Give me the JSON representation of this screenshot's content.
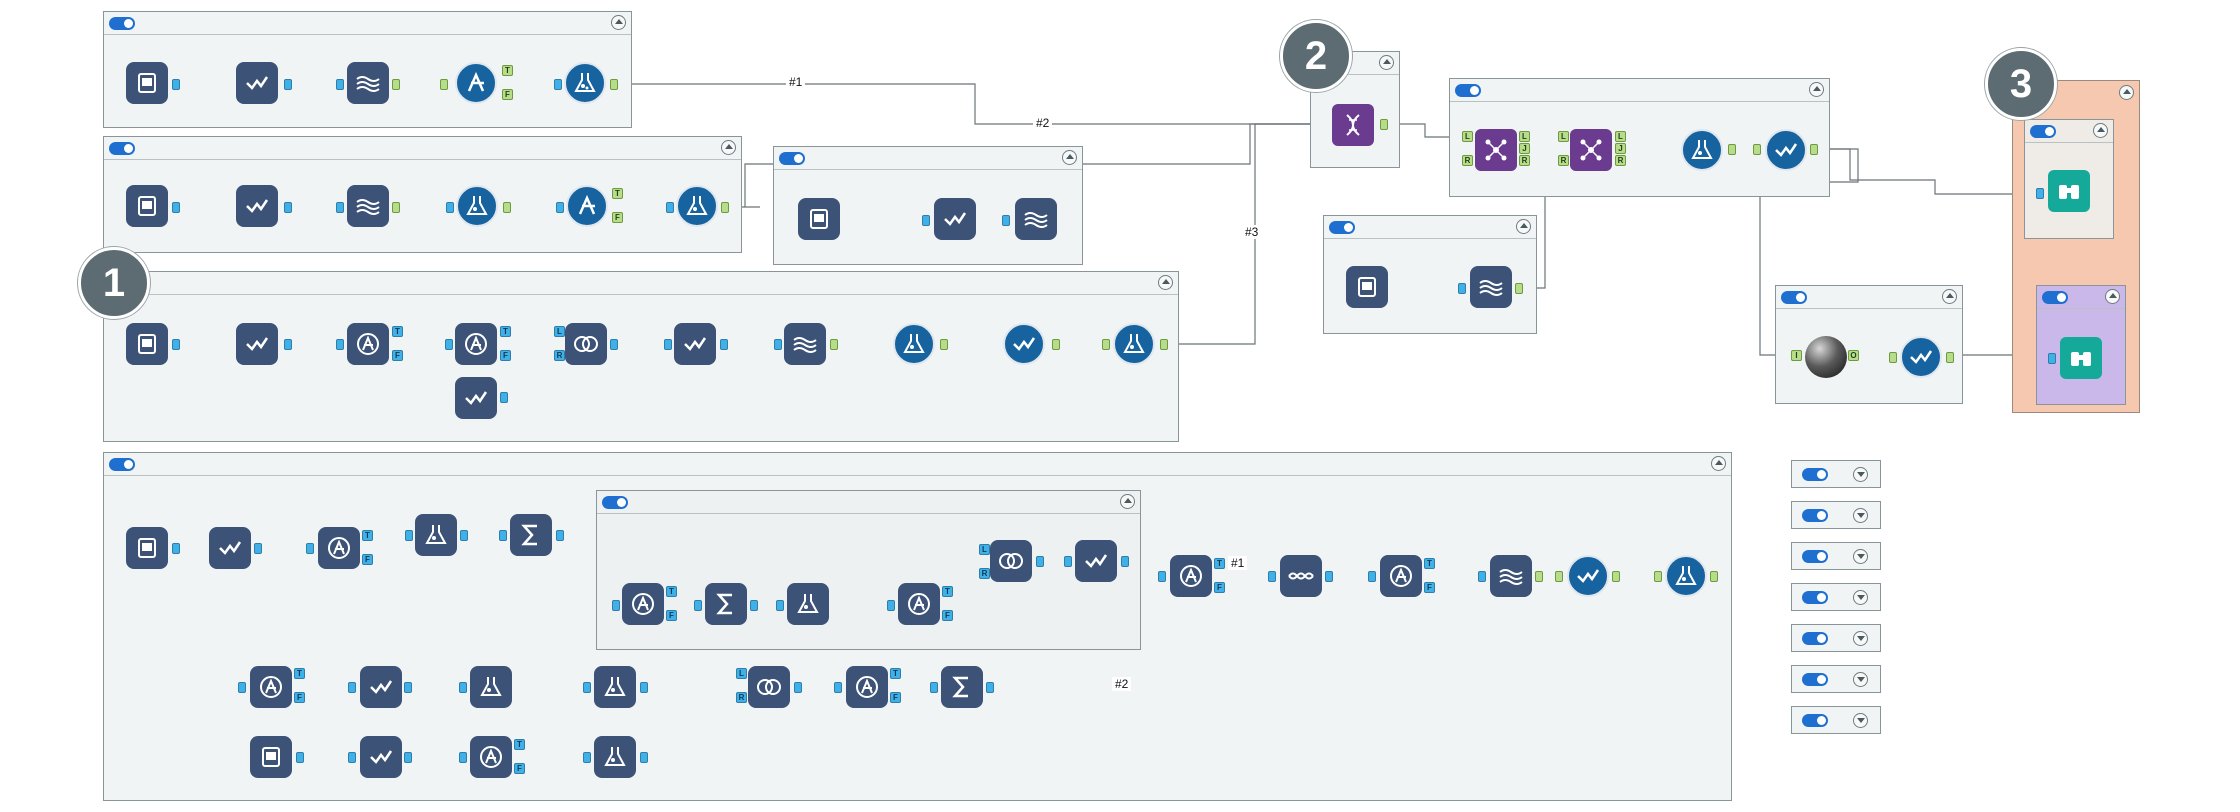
{
  "canvas": {
    "background": "#ffffff",
    "container_color": "#f1f4f5"
  },
  "colors": {
    "tool_square": "#3c5277",
    "tool_circle": "#17639f",
    "tool_purple": "#6b3b8f",
    "tool_teal": "#15a99a",
    "input_anchor": "#3fb1e8",
    "output_anchor": "#b7dc8a",
    "toggle_on": "#1f6fd1",
    "salmon_container": "#f6c8b0",
    "lilac_container": "#cbb8ea"
  },
  "badges": [
    "1",
    "2",
    "3"
  ],
  "wire_labels": {
    "w1": "#1",
    "w2": "#2",
    "w3": "#3",
    "bottom_1": "#1",
    "bottom_2": "#2"
  },
  "anchor_labels": {
    "true": "T",
    "false": "F",
    "left": "L",
    "join": "J",
    "right": "R",
    "input": "I",
    "output": "O"
  },
  "icons": [
    "input-data-icon",
    "select-icon",
    "data-cleansing-icon",
    "filter-icon",
    "formula-icon",
    "join-icon",
    "summarize-icon",
    "union-icon",
    "browse-icon",
    "dna-macro-icon",
    "network-macro-icon",
    "sphere-macro-icon",
    "multi-field-icon"
  ],
  "collapsed_containers": 7
}
